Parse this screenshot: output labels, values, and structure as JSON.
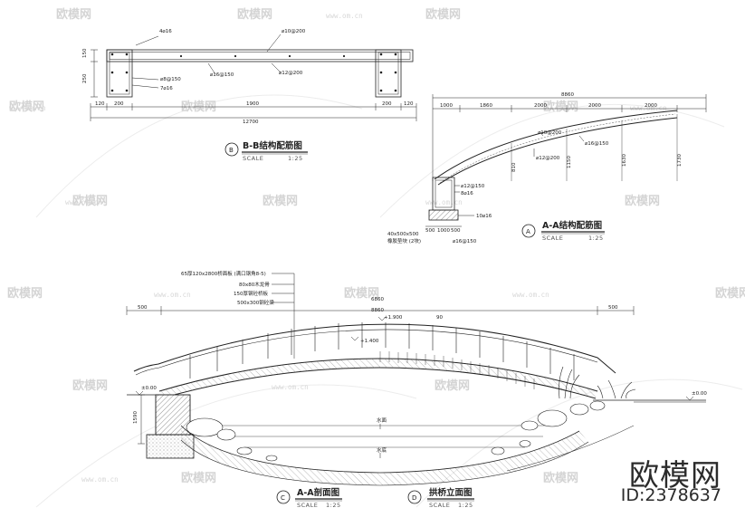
{
  "watermark": {
    "brand": "欧模网",
    "url": "www.om.cn",
    "id": "ID:2378637"
  },
  "bb_section": {
    "title": "B-B结构配筋图",
    "marker": "B",
    "scale": "SCALE",
    "scale_value": "1:25",
    "rebar_top": "4⌀16",
    "rebar_right": "⌀10@200",
    "rebar_mid": "⌀16@150",
    "rebar_mid2": "⌀12@200",
    "rebar_left1": "⌀8@150",
    "rebar_left2": "7⌀16",
    "dim_h1": "150",
    "dim_h2": "250",
    "dims_bottom": [
      "120",
      "200",
      "1900",
      "200",
      "120"
    ],
    "dim_total": "12700"
  },
  "aa_section": {
    "title": "A-A结构配筋图",
    "marker": "A",
    "scale": "SCALE",
    "scale_value": "1:25",
    "dim_total": "8860",
    "dims_top": [
      "1000",
      "1860",
      "2000",
      "2000",
      "2000"
    ],
    "rebar1": "⌀10@200",
    "rebar2": "⌀16@150",
    "rebar3": "⌀12@200",
    "rebar4": "⌀12@150",
    "rebar5": "8⌀16",
    "rebar6": "10⌀16",
    "rebar7": "⌀16@150",
    "heights": [
      "810",
      "1150",
      "1630",
      "1730"
    ],
    "base_dims": [
      "500",
      "1000",
      "500"
    ],
    "pad_note": "40x500x500",
    "pad_note2": "橡胶垫块 (2块)"
  },
  "elevation": {
    "markers": [
      {
        "marker": "C",
        "title": "A-A剖面图",
        "scale": "SCALE",
        "scale_value": "1:25"
      },
      {
        "marker": "D",
        "title": "拱桥立面图",
        "scale": "SCALE",
        "scale_value": "1:25"
      }
    ],
    "notes": [
      "65厚120x2800桥面板 (满口钢角8-5)",
      "80x80木龙骨",
      "150厚钢砼桥板",
      "500x300钢砼梁"
    ],
    "dims_top": [
      "500",
      "6860",
      "500"
    ],
    "dim_span": "8860",
    "level_left": "±0.00",
    "level_right": "±0.00",
    "level_top": "+1.900",
    "level_deck": "+1.400",
    "height_left": "1590",
    "dim_90": "90",
    "water_label": "水面",
    "bed_label": "水底"
  }
}
